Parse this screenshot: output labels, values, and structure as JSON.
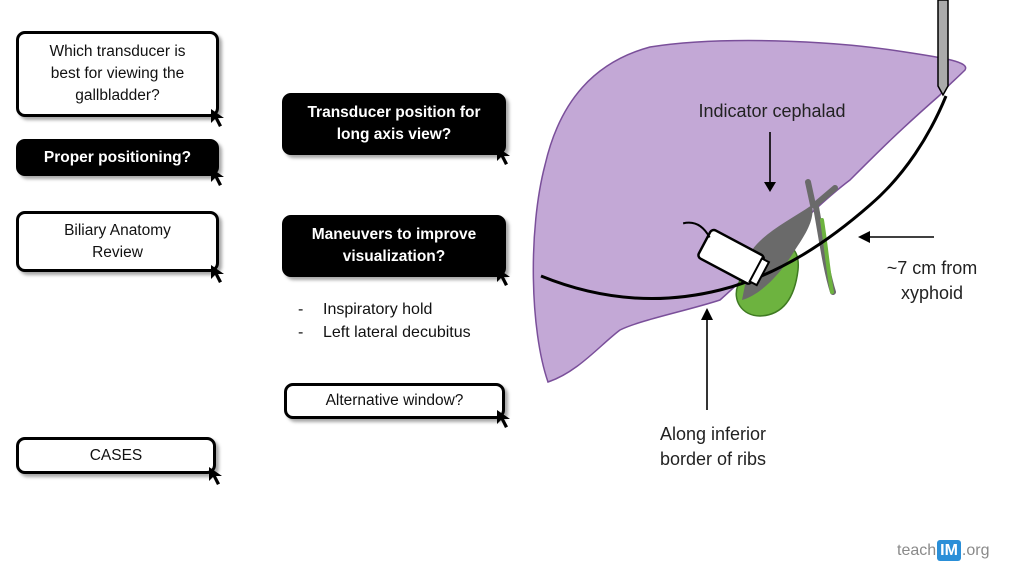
{
  "nav": {
    "transducer_question": "Which transducer is\nbest for viewing the\ngallbladder?",
    "proper_positioning": "Proper positioning?",
    "biliary_anatomy": "Biliary Anatomy\nReview",
    "cases": "CASES"
  },
  "center": {
    "transducer_position": "Transducer position for\nlong axis view?",
    "maneuvers": "Maneuvers to improve\nvisualization?",
    "maneuver_list": [
      "Inspiratory hold",
      "Left lateral decubitus"
    ],
    "alternative_window": "Alternative window?"
  },
  "diagram": {
    "indicator_label": "Indicator cephalad",
    "xyphoid_label": "~7 cm from\nxyphoid",
    "ribs_label": "Along inferior\nborder of ribs",
    "colors": {
      "liver": "#c3a8d6",
      "liver_outline": "#7a4f9a",
      "gallbladder": "#6db33f",
      "ducts": "#6a6a6a",
      "probe": "#ffffff"
    }
  },
  "logo": {
    "prefix": "teach",
    "highlight": "IM",
    "suffix": ".org",
    "highlight_color": "#2a8fd8"
  }
}
